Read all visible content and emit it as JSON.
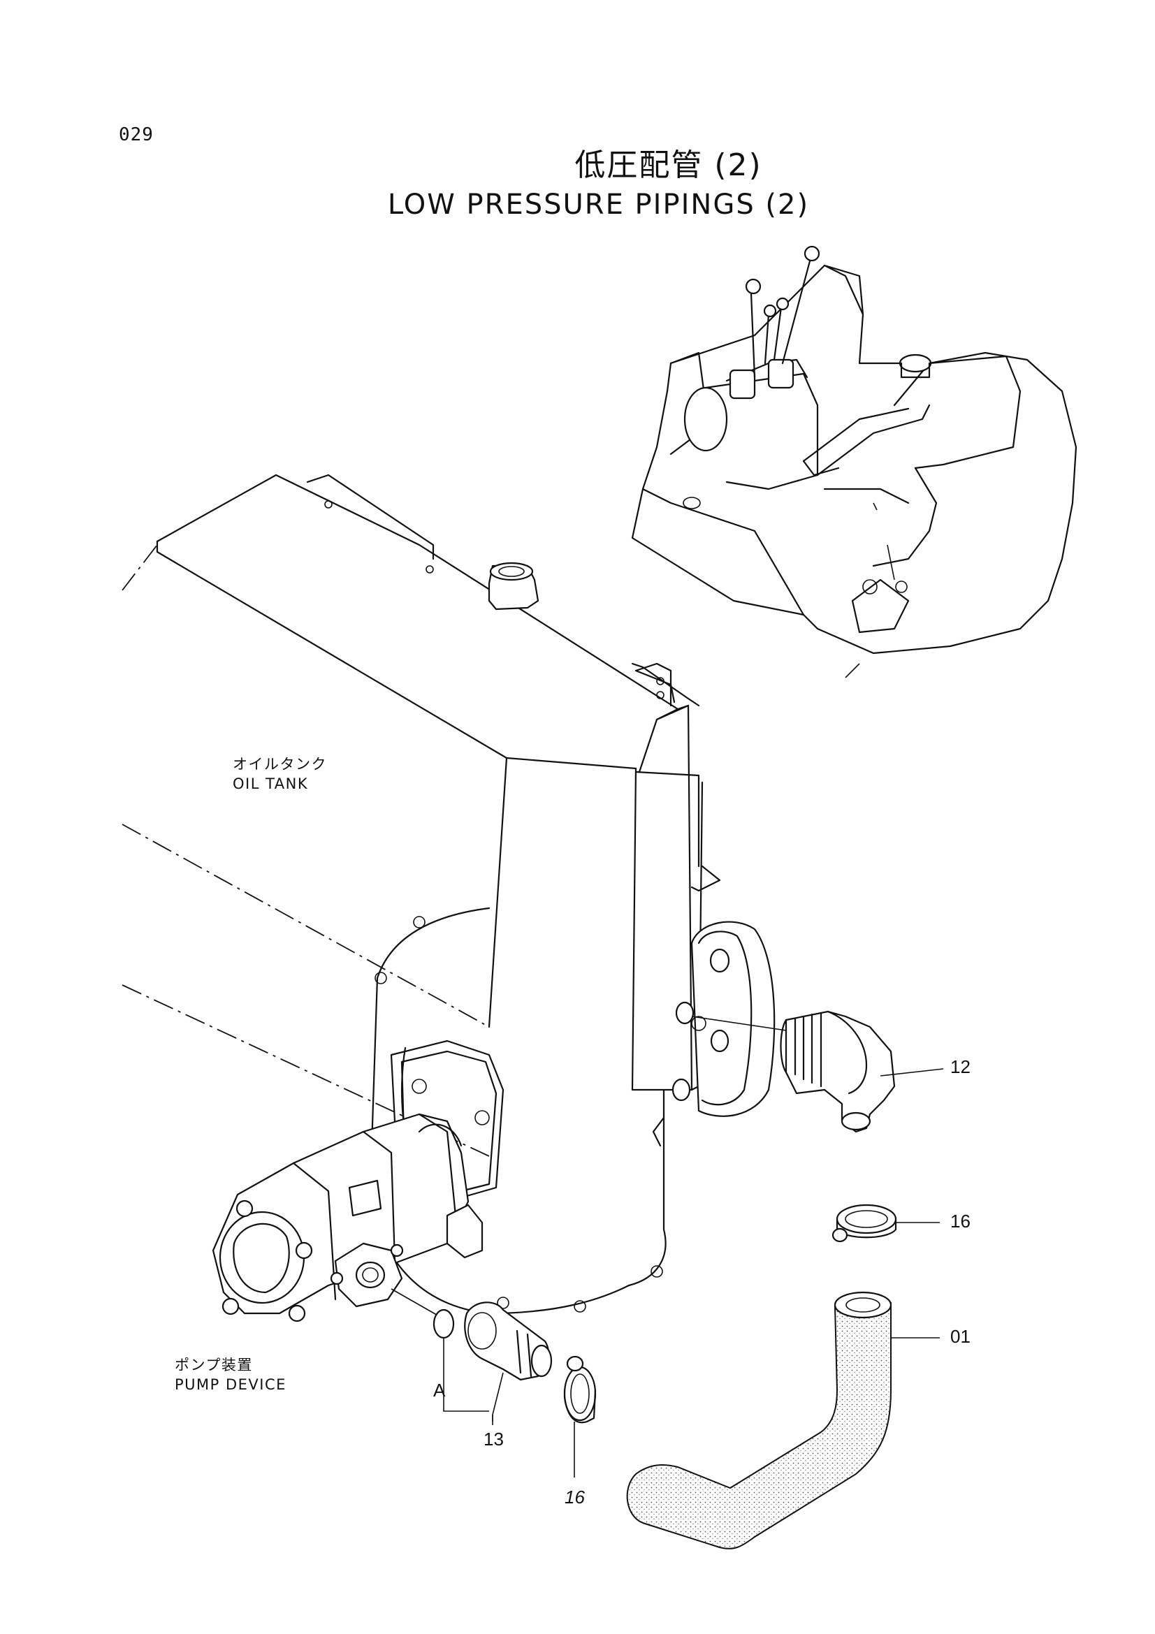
{
  "page": {
    "number": "029"
  },
  "title": {
    "japanese": "低圧配管 (2)",
    "english": "LOW PRESSURE PIPINGS (2)"
  },
  "labels": {
    "oil_tank_jp": "オイルタンク",
    "oil_tank_en": "OIL TANK",
    "pump_device_jp": "ポンプ装置",
    "pump_device_en": "PUMP DEVICE",
    "point_a": "A"
  },
  "callouts": {
    "elbow": "12",
    "clamp_right": "16",
    "hose": "01",
    "fitting": "13",
    "clamp_bottom": "16"
  }
}
